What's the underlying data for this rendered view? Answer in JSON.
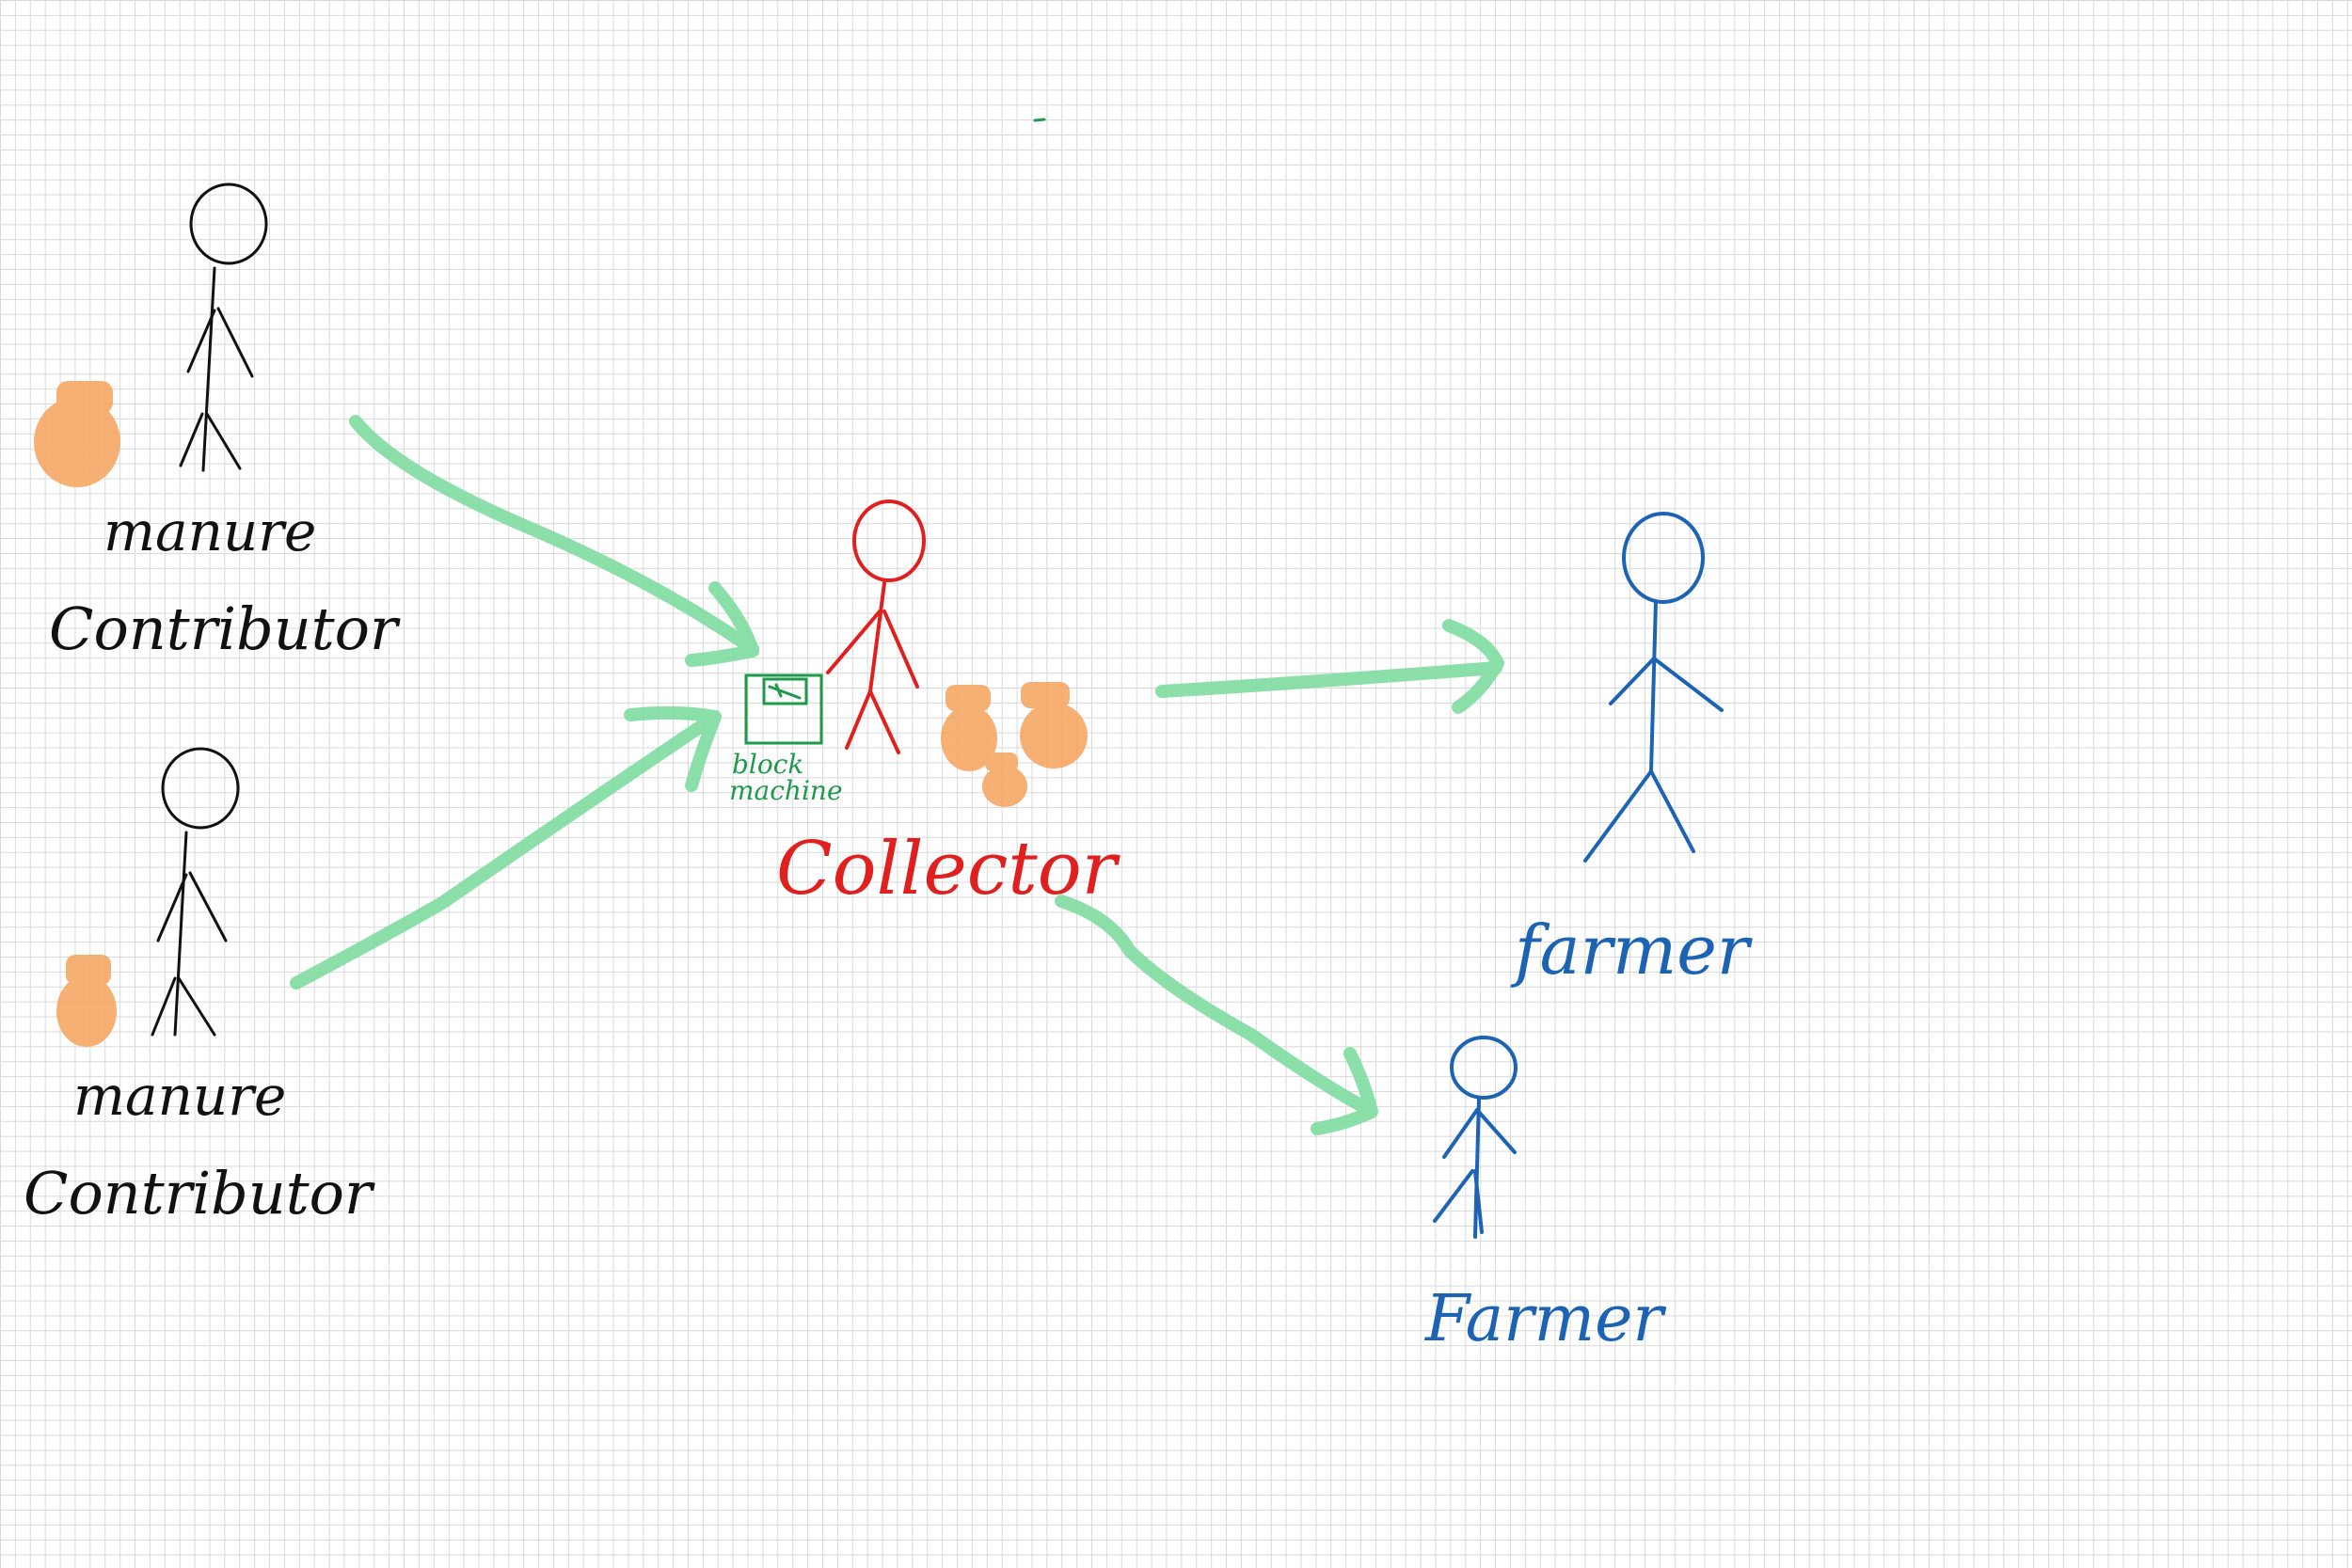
{
  "nodes": {
    "contributor_top": {
      "line1": "manure",
      "line2": "Contributor",
      "color": "#111111"
    },
    "contributor_bottom": {
      "line1": "manure",
      "line2": "Contributor",
      "color": "#111111"
    },
    "collector": {
      "label": "Collector",
      "color": "#e0201e"
    },
    "machine": {
      "line1": "block",
      "line2": "machine",
      "color": "#1e9a4a"
    },
    "farmer_top": {
      "label": "farmer",
      "color": "#1c63b4"
    },
    "farmer_bottom": {
      "label": "Farmer",
      "color": "#1c63b4"
    }
  },
  "colors": {
    "arrow": "#7fdca0",
    "manure_bag": "#f6a35b",
    "grid": "#d9d9d9"
  },
  "icons": {
    "person": "stick-figure-icon",
    "bag": "manure-bag-icon",
    "machine": "block-machine-icon"
  }
}
